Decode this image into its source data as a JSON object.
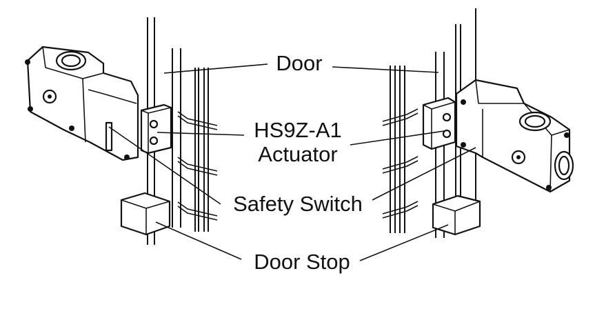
{
  "labels": {
    "door": "Door",
    "actuator_line1": "HS9Z-A1",
    "actuator_line2": "Actuator",
    "safety_switch": "Safety Switch",
    "door_stop": "Door Stop"
  }
}
